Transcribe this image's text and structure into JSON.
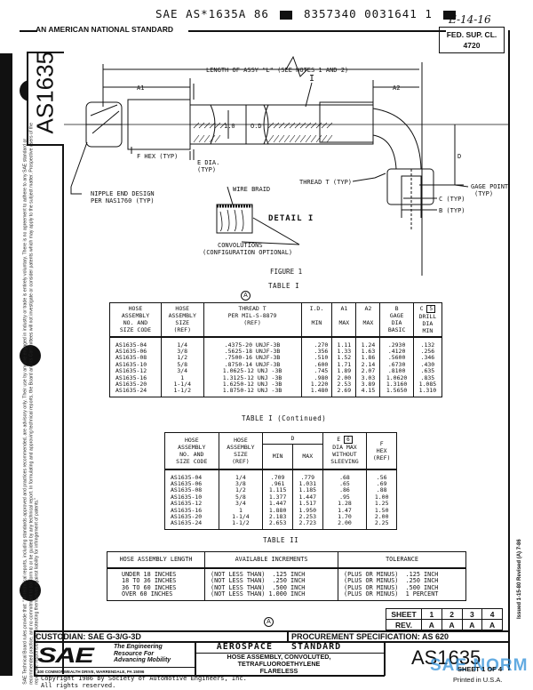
{
  "header": {
    "catalog_code": "SAE AS*1635A 86",
    "catalog_number": "8357340 0031641 1",
    "handwritten_note": "E-14-16",
    "standard_label": "AN AMERICAN NATIONAL STANDARD",
    "fed_sup_cl_label": "FED. SUP. CL.",
    "fed_sup_cl_value": "4720"
  },
  "document_id": "AS1635",
  "disclaimer": "SAE Technical Board rules provide that: \"All technical reports, including standards approved and practices recommended, are advisory only. Their use by anyone engaged in industry or trade is entirely voluntary. There is no agreement to adhere to any SAE standard or recommended practice, and no commitment to conform to or be guided by any technical report. In formulating and approving technical reports, the Board and its Committees will not investigate or consider patents which may apply to the subject matter. Prospective users of the report are responsible for protecting themselves against liability for infringement of patents.\"",
  "figure": {
    "length_label": "LENGTH OF ASSY \"L\" (SEE NOTES 1 AND 2)",
    "a1": "A1",
    "a2": "A2",
    "detail_ref": "I",
    "dim_1": "1.0",
    "dim_o": "O.D",
    "f_hex": "F HEX (TYP)",
    "e_dia": "E DIA.",
    "e_dia_typ": "(TYP)",
    "nipple_1": "NIPPLE END DESIGN",
    "nipple_2": "PER NAS1760 (TYP)",
    "thread_t": "THREAD T (TYP)",
    "dim_d": "D",
    "gage_point": "GAGE POINT",
    "gage_point_typ": "(TYP)",
    "c_typ": "C (TYP)",
    "b_typ": "B (TYP)",
    "wire_braid": "WIRE BRAID",
    "detail_label": "DETAIL I",
    "convolutions_1": "CONVOLUTIONS",
    "convolutions_2": "(CONFIGURATION OPTIONAL)",
    "caption": "FIGURE 1"
  },
  "table1": {
    "caption": "TABLE I",
    "rev_marker": "A",
    "headers": {
      "assy": [
        "HOSE",
        "ASSEMBLY",
        "NO. AND",
        "SIZE CODE"
      ],
      "size": [
        "HOSE",
        "ASSEMBLY",
        "SIZE",
        "(REF)"
      ],
      "thread": [
        "THREAD T",
        "PER MIL-S-8879",
        "(REF)"
      ],
      "id": [
        "I.D.",
        "MIN"
      ],
      "a1": [
        "A1",
        "MAX"
      ],
      "a2": [
        "A2",
        "MAX"
      ],
      "b": [
        "B",
        "GAGE",
        "DIA",
        "BASIC"
      ],
      "c": [
        "C",
        "5",
        "DRILL",
        "DIA",
        "MIN"
      ]
    },
    "rows": [
      {
        "assy": "AS1635-04",
        "size": "1/4",
        "thread": ".4375-20 UNJF-3B",
        "id": ".270",
        "a1": "1.11",
        "a2": "1.24",
        "b": ".2930",
        "c": ".132"
      },
      {
        "assy": "AS1635-06",
        "size": "3/8",
        "thread": ".5625-18 UNJF-3B",
        "id": ".356",
        "a1": "1.33",
        "a2": "1.63",
        "b": ".4120",
        "c": ".256"
      },
      {
        "assy": "AS1635-08",
        "size": "1/2",
        "thread": ".7500-16 UNJF-3B",
        "id": ".510",
        "a1": "1.52",
        "a2": "1.86",
        "b": ".5600",
        "c": ".346"
      },
      {
        "assy": "AS1635-10",
        "size": "5/8",
        "thread": ".8750-14 UNJF-3B",
        "id": ".600",
        "a1": "1.71",
        "a2": "2.14",
        "b": ".6730",
        "c": ".430"
      },
      {
        "assy": "AS1635-12",
        "size": "3/4",
        "thread": "1.0625-12 UNJ -3B",
        "id": ".745",
        "a1": "1.89",
        "a2": "2.07",
        "b": ".8100",
        "c": ".635"
      },
      {
        "assy": "AS1635-16",
        "size": "1",
        "thread": "1.3125-12 UNJ -3B",
        "id": ".980",
        "a1": "2.00",
        "a2": "3.03",
        "b": "1.0620",
        "c": ".835"
      },
      {
        "assy": "AS1635-20",
        "size": "1-1/4",
        "thread": "1.6250-12 UNJ -3B",
        "id": "1.220",
        "a1": "2.53",
        "a2": "3.89",
        "b": "1.3160",
        "c": "1.085"
      },
      {
        "assy": "AS1635-24",
        "size": "1-1/2",
        "thread": "1.8750-12 UNJ -3B",
        "id": "1.480",
        "a1": "2.69",
        "a2": "4.15",
        "b": "1.5650",
        "c": "1.310"
      }
    ]
  },
  "table1_cont": {
    "caption": "TABLE I (Continued)",
    "headers": {
      "assy": [
        "HOSE",
        "ASSEMBLY",
        "NO. AND",
        "SIZE CODE"
      ],
      "size": [
        "HOSE",
        "ASSEMBLY",
        "SIZE",
        "(REF)"
      ],
      "d": "D",
      "d_min": "MIN",
      "d_max": "MAX",
      "e": [
        "E",
        "6",
        "DIA MAX",
        "WITHOUT",
        "SLEEVING"
      ],
      "f": [
        "F",
        "HEX",
        "(REF)"
      ]
    },
    "rows": [
      {
        "assy": "AS1635-04",
        "size": "1/4",
        "dmin": ".709",
        "dmax": ".779",
        "e": ".68",
        "f": ".56"
      },
      {
        "assy": "AS1635-06",
        "size": "3/8",
        "dmin": ".961",
        "dmax": "1.031",
        "e": ".65",
        "f": ".69"
      },
      {
        "assy": "AS1635-08",
        "size": "1/2",
        "dmin": "1.115",
        "dmax": "1.185",
        "e": ".86",
        "f": ".88"
      },
      {
        "assy": "AS1635-10",
        "size": "5/8",
        "dmin": "1.377",
        "dmax": "1.447",
        "e": ".95",
        "f": "1.00"
      },
      {
        "assy": "AS1635-12",
        "size": "3/4",
        "dmin": "1.447",
        "dmax": "1.517",
        "e": "1.28",
        "f": "1.25"
      },
      {
        "assy": "AS1635-16",
        "size": "1",
        "dmin": "1.880",
        "dmax": "1.950",
        "e": "1.47",
        "f": "1.50"
      },
      {
        "assy": "AS1635-20",
        "size": "1-1/4",
        "dmin": "2.183",
        "dmax": "2.253",
        "e": "1.70",
        "f": "2.00"
      },
      {
        "assy": "AS1635-24",
        "size": "1-1/2",
        "dmin": "2.653",
        "dmax": "2.723",
        "e": "2.00",
        "f": "2.25"
      }
    ]
  },
  "table2": {
    "caption": "TABLE II",
    "rev_marker": "A",
    "headers": [
      "HOSE ASSEMBLY LENGTH",
      "AVAILABLE INCREMENTS",
      "TOLERANCE"
    ],
    "rows": [
      {
        "length": "UNDER 18 INCHES",
        "increment": "(NOT LESS THAN)  .125 INCH",
        "tolerance": "(PLUS OR MINUS)  .125 INCH"
      },
      {
        "length": "18 TO 36 INCHES",
        "increment": "(NOT LESS THAN)  .250 INCH",
        "tolerance": "(PLUS OR MINUS)  .250 INCH"
      },
      {
        "length": "36 TO 60 INCHES",
        "increment": "(NOT LESS THAN)  .500 INCH",
        "tolerance": "(PLUS OR MINUS)  .500 INCH"
      },
      {
        "length": "OVER  60 INCHES",
        "increment": "(NOT LESS THAN) 1.000 INCH",
        "tolerance": "(PLUS OR MINUS)  1 PERCENT"
      }
    ]
  },
  "sheet_block": {
    "sheet_label": "SHEET",
    "rev_label": "REV.",
    "sheets": [
      "1",
      "2",
      "3",
      "4"
    ],
    "revs": [
      "A",
      "A",
      "A",
      "A"
    ]
  },
  "side_revision": "Issued 1-15-80   Revised (A) 7-86",
  "title_block": {
    "custodian": "CUSTODIAN: SAE G-3/G-3D",
    "procurement": "PROCUREMENT SPECIFICATION: AS 620",
    "sae_logo": "SAE",
    "sae_tagline": [
      "The Engineering",
      "Resource For",
      "Advancing Mobility"
    ],
    "sae_address": "400 COMMONWEALTH DRIVE, WARRENDALE, PA  15096",
    "category": "AEROSPACE   STANDARD",
    "title_lines": [
      "HOSE ASSEMBLY, CONVOLUTED,",
      "TETRAFLUOROETHYLENE",
      "FLARELESS"
    ],
    "doc_number": "AS1635",
    "sheet_of": "SHEET 1 OF 4",
    "printed": "Printed in U.S.A.",
    "watermark": "SAE NORM"
  },
  "copyright": [
    "Copyright 1986 by Society of Automotive Engineers, Inc.",
    "All rights reserved."
  ]
}
